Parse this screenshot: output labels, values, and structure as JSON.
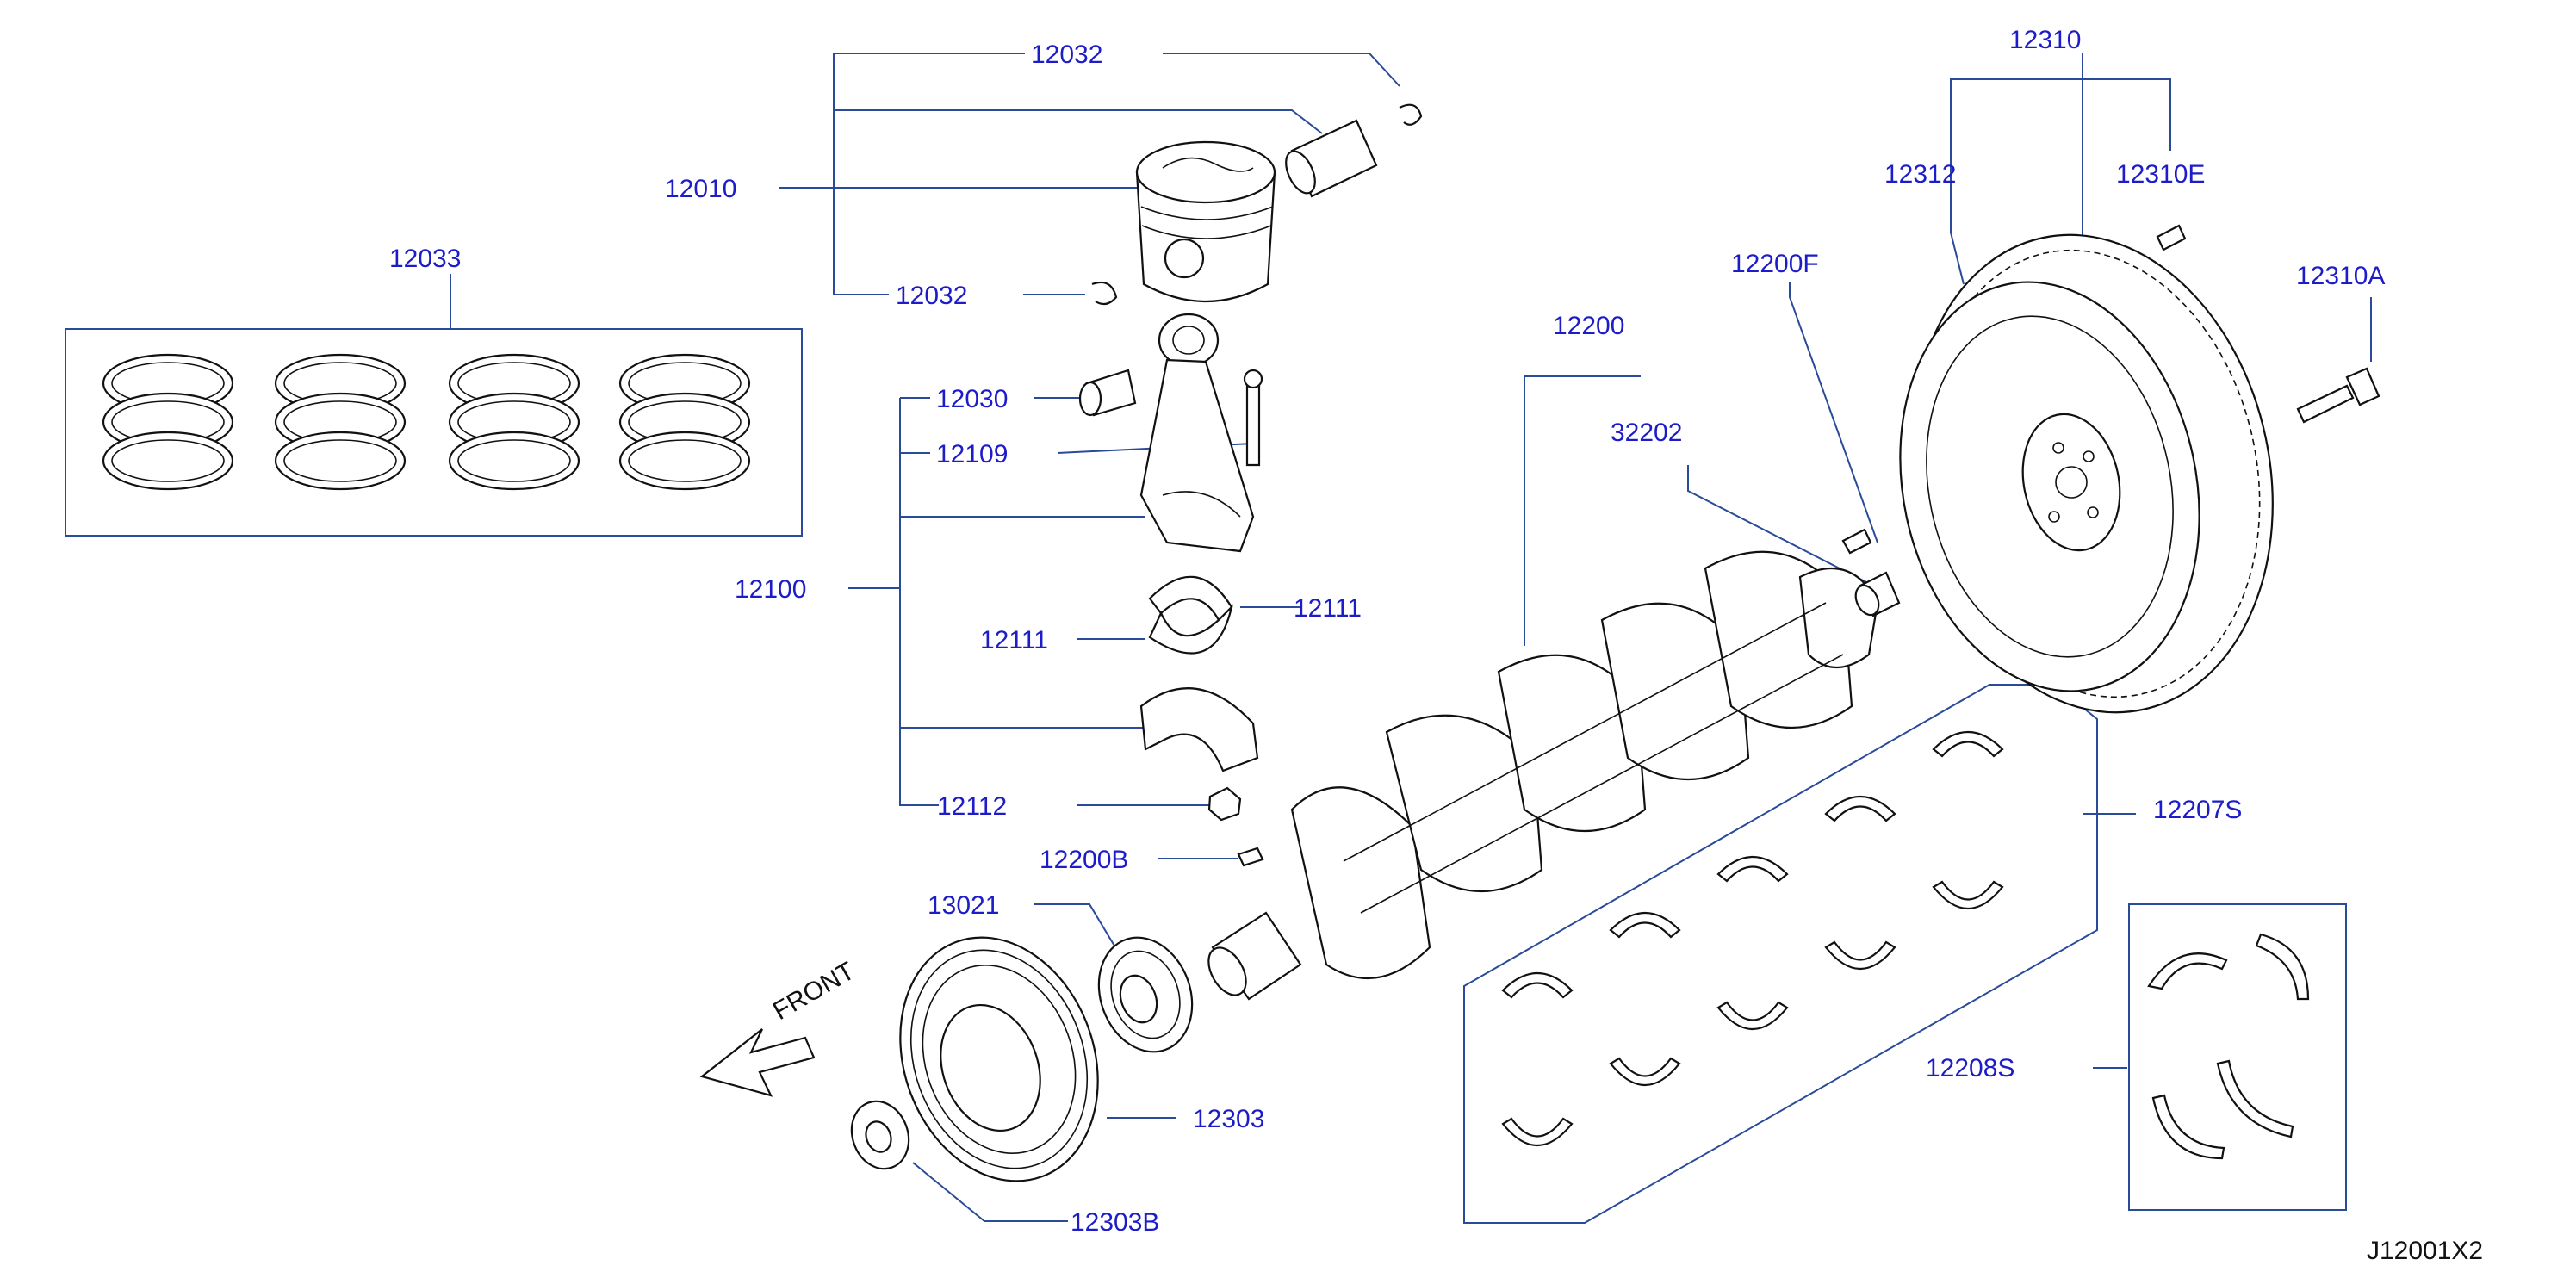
{
  "diagram_code": "J12001X2",
  "front_marker": "FRONT",
  "labels": {
    "p12032_top": "12032",
    "p12032_bottom": "12032",
    "p12010": "12010",
    "p12033": "12033",
    "p12030": "12030",
    "p12109": "12109",
    "p12100": "12100",
    "p12111_left": "12111",
    "p12111_right": "12111",
    "p12112": "12112",
    "p12200B": "12200B",
    "p13021": "13021",
    "p12303": "12303",
    "p12303B": "12303B",
    "p12200": "12200",
    "p32202": "32202",
    "p12200F": "12200F",
    "p12310": "12310",
    "p12312": "12312",
    "p12310E": "12310E",
    "p12310A": "12310A",
    "p12207S": "12207S",
    "p12208S": "12208S"
  },
  "colors": {
    "label": "#1c1cc8",
    "leader": "#2a4a9a",
    "part_outline": "#111111",
    "background": "#ffffff"
  }
}
